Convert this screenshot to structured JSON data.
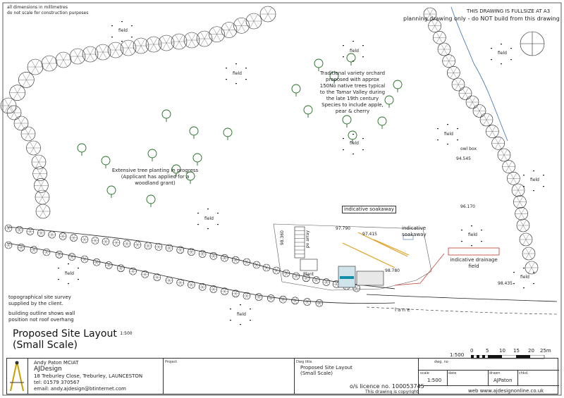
{
  "header": {
    "dimensions_note": "all dimensions in millimetres",
    "construction_note": "do not scale for construction purposes",
    "fullsize_note": "THIS DRAWING IS FULLSIZE AT A3",
    "planning_warning": "planning drawing only - do NOT build from this drawing"
  },
  "labels": {
    "field": "field",
    "owl_box": "owl box",
    "lane": "l a n e",
    "indicative_soakaway_1": "indicative soakaway",
    "indicative_soakaway_2": "indicative soakaway",
    "pv_array": "pv array",
    "plant": "Plant",
    "drainage_field": "indicative drainage field"
  },
  "levels": {
    "l1": "97.790",
    "l2": "97.415",
    "l3": "98.780",
    "l4": "98.360",
    "l5": "94.545",
    "l6": "96.170",
    "l7": "98.435"
  },
  "notes": {
    "orchard": [
      "Traditional variety orchard",
      "proposed with approx",
      "150No native trees typical",
      "to the Tamar Valley during",
      "the late 19th century",
      "Species to include apple,",
      "pear & cherry"
    ],
    "planting": [
      "Extensive tree planting in progress",
      "(Applicant has applied for a",
      "woodland grant)"
    ],
    "survey": [
      "topographical site survey",
      "supplied by the client."
    ],
    "outline": [
      "building outline shows wall",
      "position not roof overhang"
    ]
  },
  "drawing_title": {
    "line1": "Proposed Site Layout",
    "scale": "1:500",
    "line2": "(Small Scale)"
  },
  "scalebar": {
    "ratio": "1:500",
    "ticks": [
      "0",
      "5",
      "10",
      "15",
      "20",
      "25m"
    ]
  },
  "title_block": {
    "author": "Andy Paton MCIAT",
    "company": "AJDesign",
    "address": "18 Treburley Close, Treburley, LAUNCESTON",
    "tel": "tel: 01579 370567",
    "email": "email: andy.ajdesign@btinternet.com",
    "project_label": "Project",
    "dwg_title_label": "Dwg title",
    "dwg_title_line1": "Proposed Site Layout",
    "dwg_title_line2": "(Small Scale)",
    "licence": "o/s licence no. 100053745",
    "copyright": "This drawing is copyright",
    "scale_label": "scale",
    "scale_value": "1:500",
    "date_label": "date",
    "drawn_label": "drawn",
    "drawn_value": "AJPaton",
    "chkd_label": "chkd.",
    "dwg_no_label": "dwg. no",
    "web": "web www.ajdesignonline.co.uk"
  },
  "colors": {
    "line": "#222222",
    "orchard_tree": "#1f6b1f",
    "pv_orange": "#e0a020",
    "drainage": "#c0392b",
    "stream": "#3a6fb0",
    "building": "#0f8fa8"
  }
}
